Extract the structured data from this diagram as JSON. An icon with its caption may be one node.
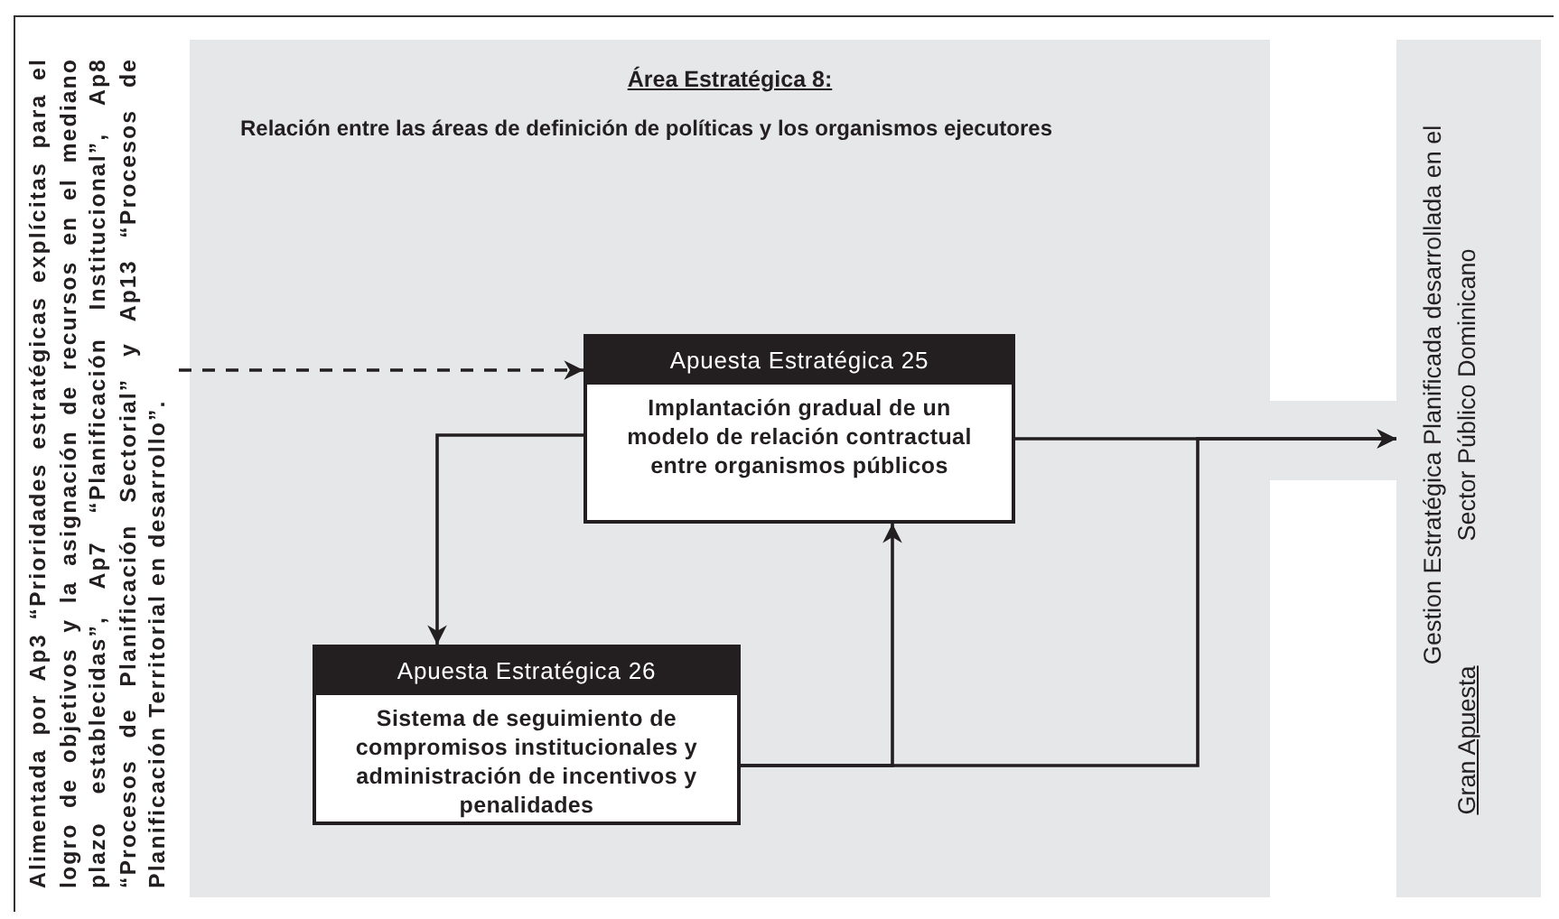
{
  "diagram": {
    "nodes": [
      {
        "text": [
          "Alimentada por Ap3 “Prioridades estratégicas explícitas para el logro de objetivos y la asignación de recursos en el mediano plazo establecidas”, Ap7 “Planificación Institucional”, Ap8 “Procesos de Planificación Sectorial” y Ap13 “Procesos de Planificación Territorial en desarrollo”."
        ]
      },
      {
        "text": [
          "Área Estratégica 8:",
          "Relación entre las áreas de definición de políticas y los organismos ejecutores"
        ]
      },
      {
        "text": [
          "Apuesta Estratégica 25",
          "Implantación gradual de un modelo de relación contractual entre organismos públicos"
        ],
        "in": 1
      },
      {
        "text": [
          "Apuesta Estratégica 26",
          "Sistema de seguimiento de compromisos institucionales y administración de incentivos y penalidades"
        ],
        "in": 1
      },
      {
        "text": [
          "Gran Apuesta",
          "Gestion Estratégica Planificada desarrollada en el Sector Público Dominicano"
        ]
      }
    ],
    "edges": [
      {
        "from": 0,
        "to": 2,
        "arrow": "to",
        "style": "dashed"
      },
      {
        "from": 2,
        "to": 3,
        "arrow": "to"
      },
      {
        "from": 3,
        "to": 2,
        "arrow": "to"
      },
      {
        "from": 2,
        "to": 4,
        "arrow": "to"
      },
      {
        "from": 3,
        "to": 4,
        "arrow": "to"
      },
      {
        "from": 1,
        "to": 4,
        "arrow": "to",
        "style": "thick",
        "color": "#e6e7e8"
      }
    ]
  }
}
